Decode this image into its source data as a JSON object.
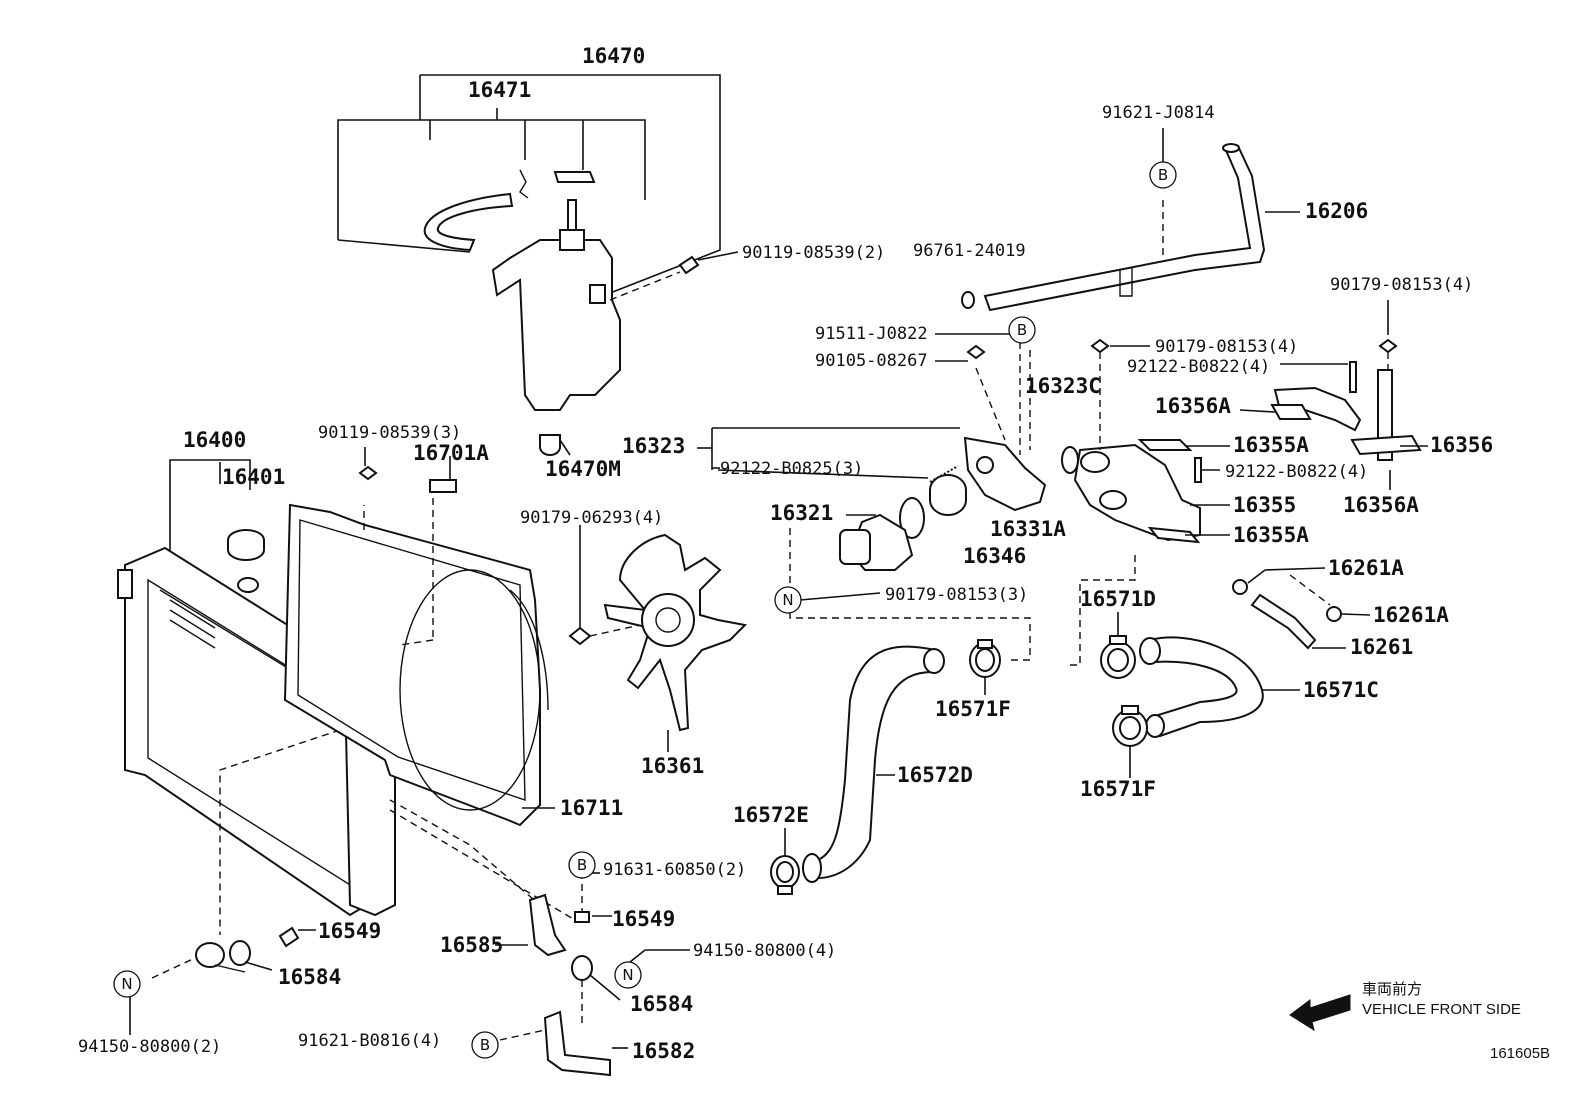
{
  "parts": {
    "p16470": "16470",
    "p16471": "16471",
    "p90119_2": "90119-08539(2)",
    "p16470M": "16470M",
    "p91621_J": "91621-J0814",
    "p16206": "16206",
    "p96761": "96761-24019",
    "p90179_r4": "90179-08153(4)",
    "p91511": "91511-J0822",
    "p90179_m4": "90179-08153(4)",
    "p92122_B0822_top": "92122-B0822(4)",
    "p90105": "90105-08267",
    "p16323C": "16323C",
    "p16356A_top": "16356A",
    "p16356": "16356",
    "p16323": "16323",
    "p92122_B0825": "92122-B0825(3)",
    "p16355A_top": "16355A",
    "p92122_B0822_mid": "92122-B0822(4)",
    "p16356A_bot": "16356A",
    "p16355": "16355",
    "p16321": "16321",
    "p16331A": "16331A",
    "p16355A_bot": "16355A",
    "p16346": "16346",
    "p90179_3": "90179-08153(3)",
    "p16261A_a": "16261A",
    "p16261A_b": "16261A",
    "p16261": "16261",
    "p16571D": "16571D",
    "p16571C": "16571C",
    "p16571F_a": "16571F",
    "p16571F_b": "16571F",
    "p16400": "16400",
    "p16401": "16401",
    "p90119_3": "90119-08539(3)",
    "p16701A": "16701A",
    "p90179_06293": "90179-06293(4)",
    "p16361": "16361",
    "p16572D": "16572D",
    "p16711": "16711",
    "p16572E": "16572E",
    "p91631": "91631-60850(2)",
    "p16549_a": "16549",
    "p16549_b": "16549",
    "p16585": "16585",
    "p94150_4": "94150-80800(4)",
    "p16584_a": "16584",
    "p16584_b": "16584",
    "p94150_2": "94150-80800(2)",
    "p91621_B": "91621-B0816(4)",
    "p16582": "16582"
  },
  "badges": {
    "b1": "B",
    "b2": "B",
    "b3": "B",
    "b4": "B",
    "n1": "N",
    "n2": "N",
    "n3": "N"
  },
  "legend": {
    "jp": "車両前方",
    "en": "VEHICLE FRONT SIDE"
  },
  "drawing_code": "161605B"
}
